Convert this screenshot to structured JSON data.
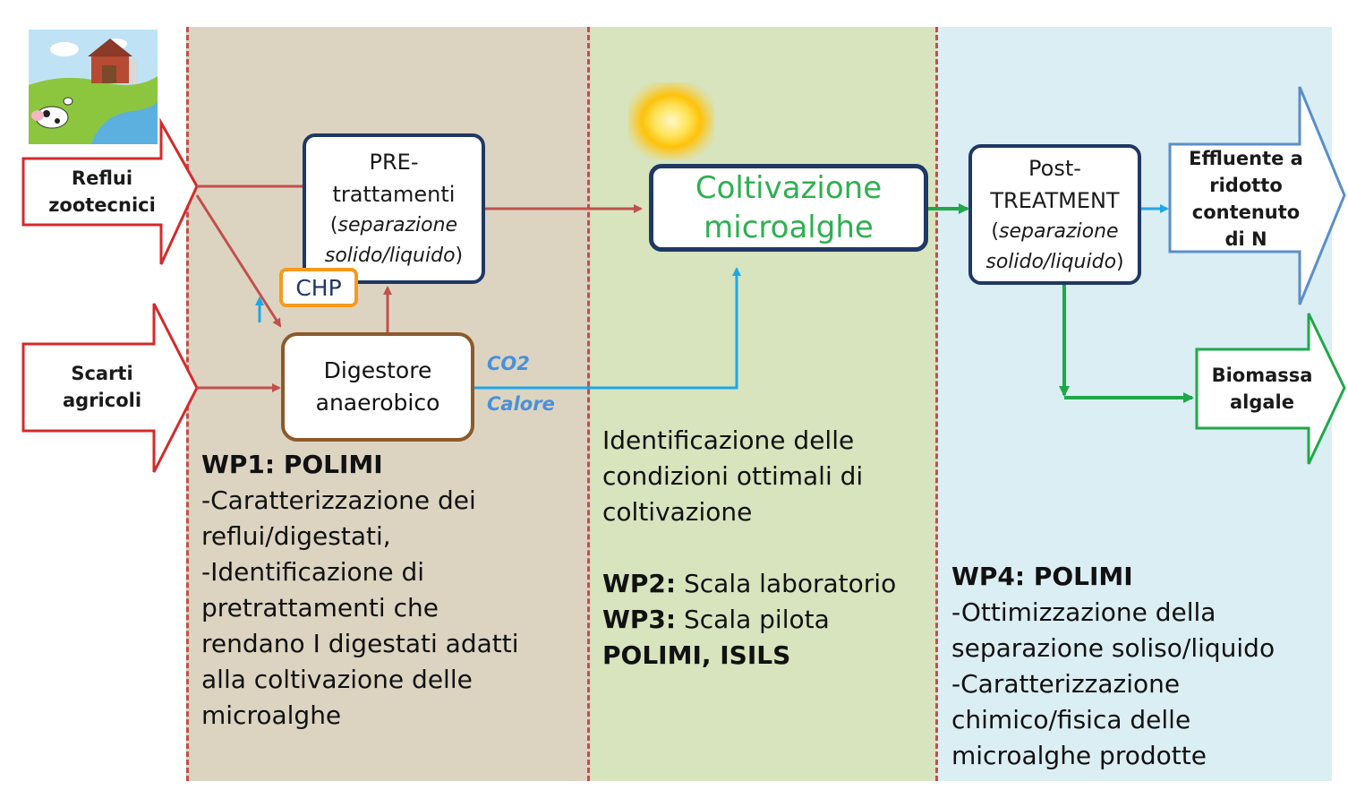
{
  "inputs": {
    "reflui": "Reflui\nzootecnici",
    "scarti": "Scarti\nagricoli"
  },
  "boxes": {
    "pre_title": "PRE-\ntrattamenti",
    "pre_sub": "separazione\nsolido/liquido",
    "chp": "CHP",
    "digestore": "Digestore\nanaerobico",
    "coltivazione": "Coltivazione\nmicroalghe",
    "post_title": "Post-\nTREATMENT",
    "post_sub": "separazione\nsolido/liquido"
  },
  "flows": {
    "co2": "CO2",
    "calore": "Calore"
  },
  "outputs": {
    "effluente": "Effluente a\nridotto\ncontenuto\ndi N",
    "biomassa": "Biomassa\nalgale"
  },
  "wp1": {
    "heading": "WP1: POLIMI",
    "body": "-Caratterizzazione dei\nreflui/digestati,\n-Identificazione di\npretrattamenti che\nrendano I digestati adatti\nalla coltivazione delle\nmicroalghe"
  },
  "wp23": {
    "intro": "Identificazione delle\ncondizioni ottimali di\ncoltivazione",
    "wp2_label": "WP2:",
    "wp2_text": " Scala laboratorio",
    "wp3_label": "WP3:",
    "wp3_text": " Scala pilota",
    "partners": "POLIMI, ISILS"
  },
  "wp4": {
    "heading": "WP4: POLIMI",
    "body": "-Ottimizzazione della\nseparazione soliso/liquido\n-Caratterizzazione\nchimico/fisica delle\nmicroalghe prodotte"
  },
  "colors": {
    "red_flow": "#c0504d",
    "blue_flow": "#1ea7e8",
    "green_flow": "#1fa84a",
    "navy_border": "#1f3864",
    "panel_wp1": "#dcd4c1",
    "panel_wp23": "#d7e4bd",
    "panel_wp4": "#dbeef4"
  }
}
